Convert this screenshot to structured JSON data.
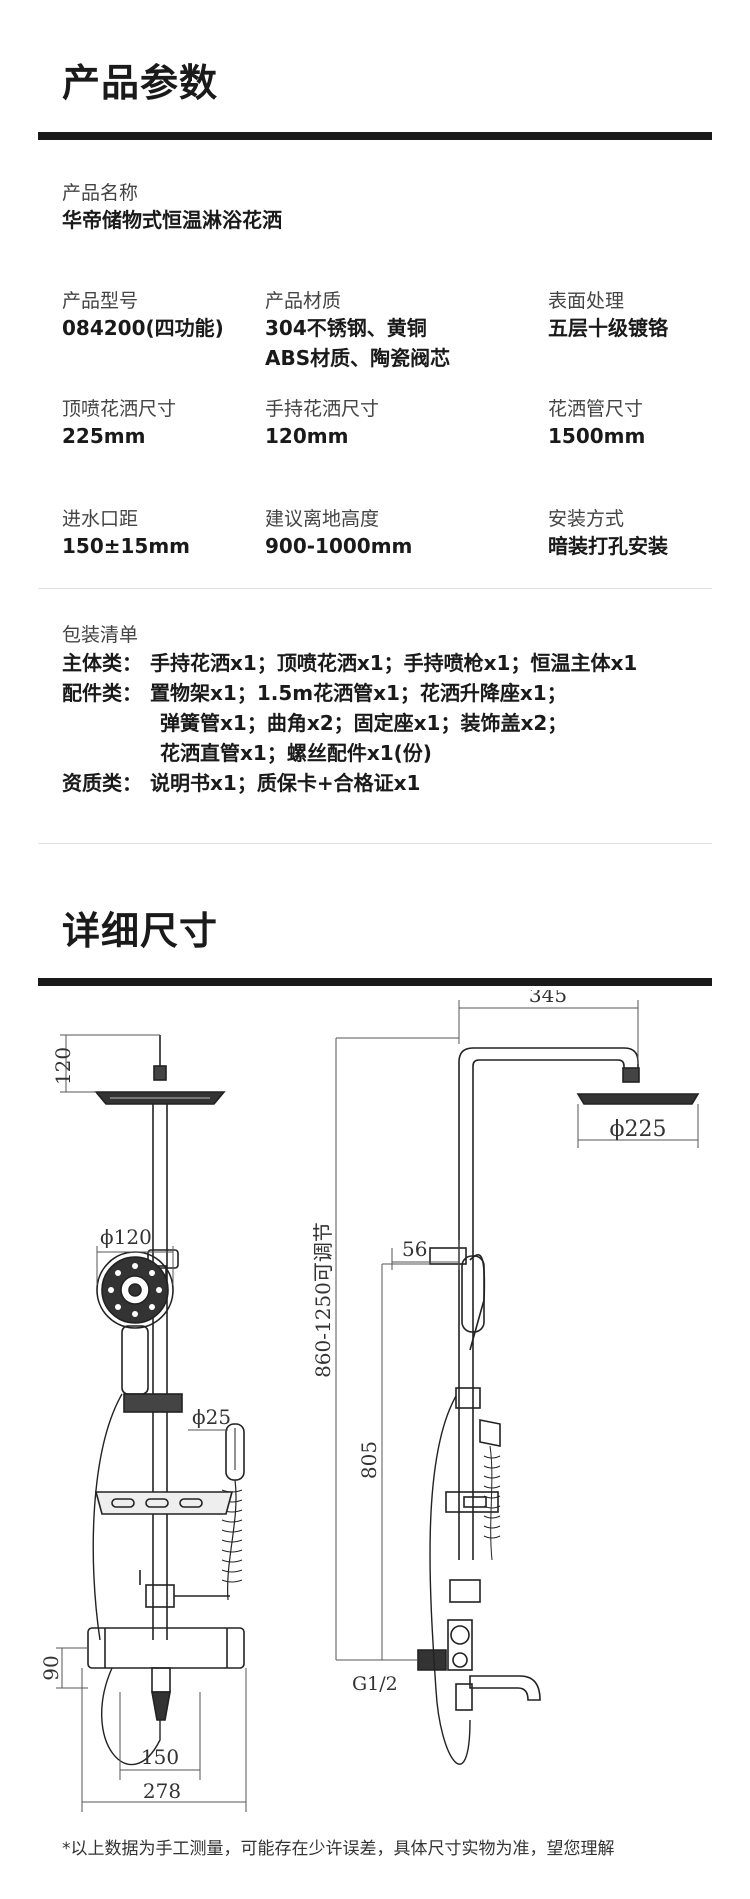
{
  "section1": {
    "title": "产品参数"
  },
  "name_block": {
    "label": "产品名称",
    "value": "华帝储物式恒温淋浴花洒"
  },
  "params": [
    {
      "label": "产品型号",
      "value": "084200(四功能)"
    },
    {
      "label": "产品材质",
      "value": "304不锈钢、黄铜\nABS材质、陶瓷阀芯"
    },
    {
      "label": "表面处理",
      "value": "五层十级镀铬"
    },
    {
      "label": "顶喷花洒尺寸",
      "value": "225mm"
    },
    {
      "label": "手持花洒尺寸",
      "value": "120mm"
    },
    {
      "label": "花洒管尺寸",
      "value": "1500mm"
    },
    {
      "label": "进水口距",
      "value": "150±15mm"
    },
    {
      "label": "建议离地高度",
      "value": "900-1000mm"
    },
    {
      "label": "安装方式",
      "value": "暗装打孔安装"
    }
  ],
  "packing": {
    "label": "包装清单",
    "rows": [
      {
        "cat": "主体类：",
        "text": "手持花洒x1；顶喷花洒x1；手持喷枪x1；恒温主体x1"
      },
      {
        "cat": "配件类：",
        "text": "置物架x1；1.5m花洒管x1；花洒升降座x1；"
      },
      {
        "cat": "",
        "text": "弹簧管x1；曲角x2；固定座x1；装饰盖x2；"
      },
      {
        "cat": "",
        "text": "花洒直管x1；螺丝配件x1(份)"
      },
      {
        "cat": "资质类：",
        "text": "说明书x1；质保卡+合格证x1"
      }
    ]
  },
  "section2": {
    "title": "详细尺寸"
  },
  "dims": {
    "d120": "120",
    "phi120": "ϕ120",
    "phi25": "ϕ25",
    "d90": "90",
    "d150": "150",
    "d278": "278",
    "d345": "345",
    "phi225": "ϕ225",
    "d56": "56",
    "adjust": "860-1250可调节",
    "d805": "805",
    "g12": "G1/2"
  },
  "footnote": "*以上数据为手工测量，可能存在少许误差，具体尺寸实物为准，望您理解"
}
